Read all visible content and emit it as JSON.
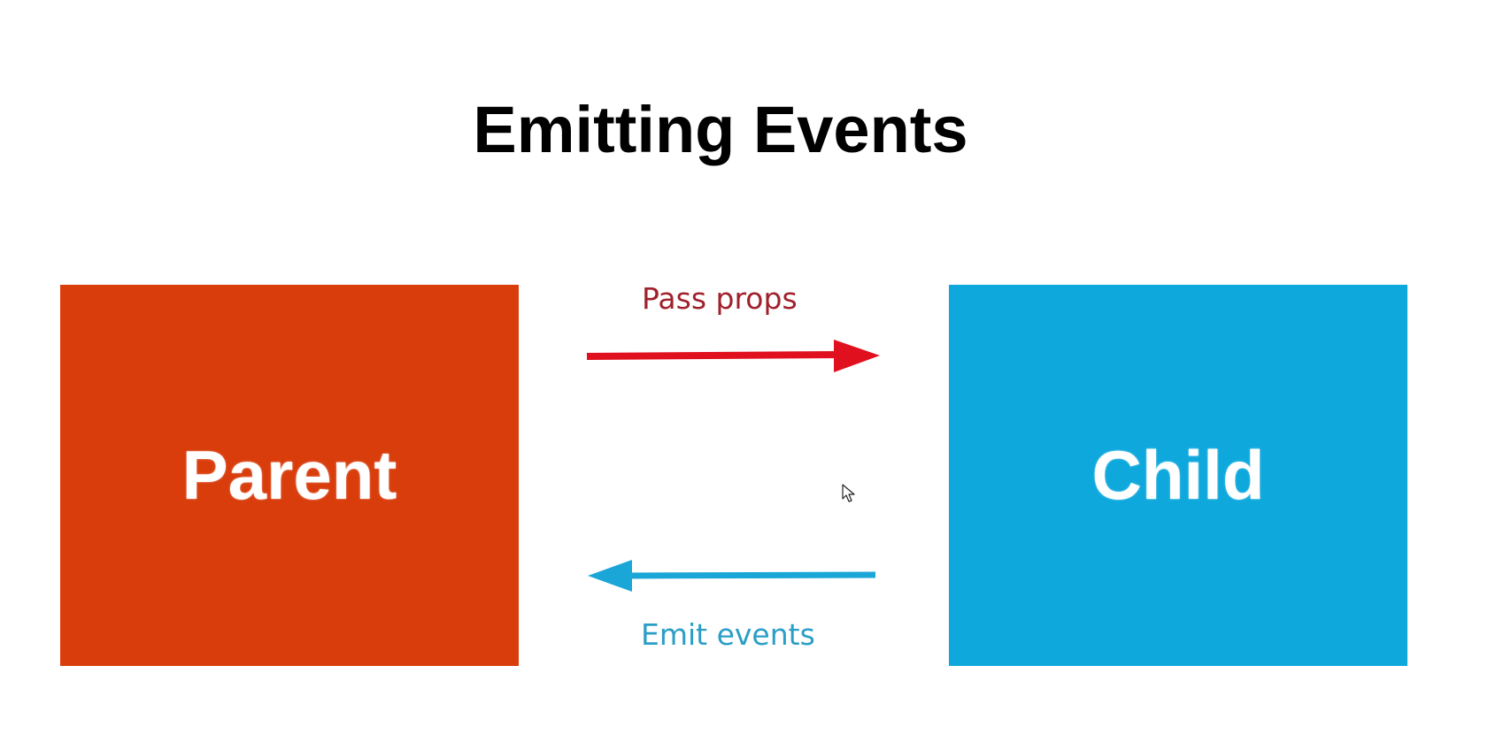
{
  "title": "Emitting Events",
  "parent": {
    "label": "Parent",
    "color": "#D93D0C"
  },
  "child": {
    "label": "Child",
    "color": "#0EA8DD"
  },
  "arrows": {
    "props": {
      "label": "Pass props",
      "color": "#E0101E",
      "label_color": "#A0202C"
    },
    "events": {
      "label": "Emit events",
      "color": "#1AA6D6",
      "label_color": "#2A9EC6"
    }
  },
  "icons": {
    "cursor": "mouse-pointer-icon"
  }
}
